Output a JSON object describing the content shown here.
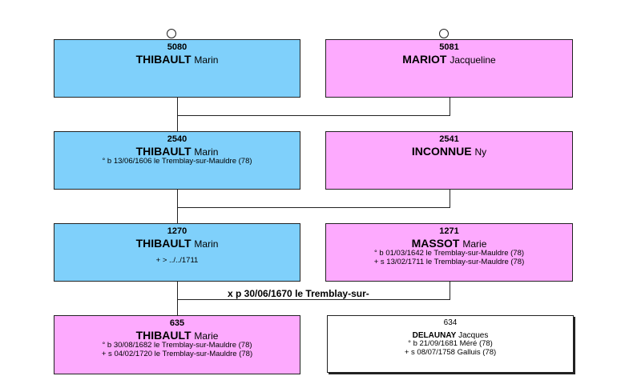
{
  "persons": {
    "p5080": {
      "num": "5080",
      "surname": "THIBAULT",
      "given": "Marin"
    },
    "p5081": {
      "num": "5081",
      "surname": "MARIOT",
      "given": "Jacqueline"
    },
    "p2540": {
      "num": "2540",
      "surname": "THIBAULT",
      "given": "Marin",
      "line1": "° b 13/06/1606 le Tremblay-sur-Mauldre (78)"
    },
    "p2541": {
      "num": "2541",
      "surname": "INCONNUE",
      "given": "Ny"
    },
    "p1270": {
      "num": "1270",
      "surname": "THIBAULT",
      "given": "Marin",
      "line1": "+ > ../../1711"
    },
    "p1271": {
      "num": "1271",
      "surname": "MASSOT",
      "given": "Marie",
      "line1": "° b 01/03/1642 le Tremblay-sur-Mauldre (78)",
      "line2": "+ s 13/02/1711 le Tremblay-sur-Mauldre (78)"
    },
    "p635": {
      "num": "635",
      "surname": "THIBAULT",
      "given": "Marie",
      "line1": "° b 30/08/1682 le Tremblay-sur-Mauldre (78)",
      "line2": "+ s 04/02/1720 le Tremblay-sur-Mauldre (78)"
    },
    "p634": {
      "num": "634",
      "surname": "DELAUNAY",
      "given": "Jacques",
      "line1": "° b 21/09/1681 Méré (78)",
      "line2": "+ s 08/07/1758 Galluis (78)"
    }
  },
  "marriage": "x p 30/06/1670 le Tremblay-sur-",
  "colors": {
    "male": "#7fd0fb",
    "female": "#fdaafe",
    "spouse": "#ffffff"
  }
}
